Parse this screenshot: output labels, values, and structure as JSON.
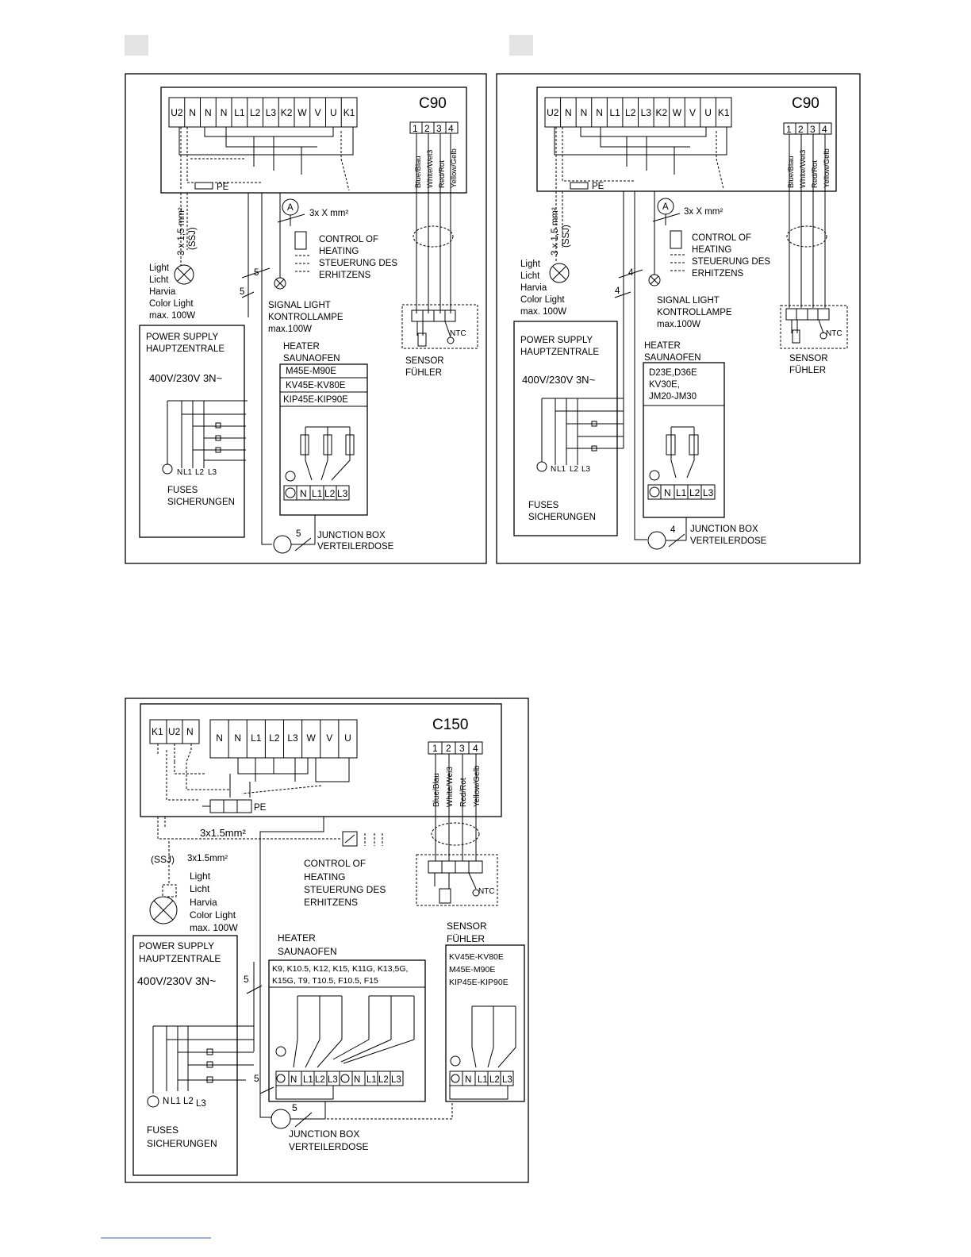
{
  "diagram_1": {
    "controller": "C90",
    "terminals": [
      "U2",
      "N",
      "N",
      "N",
      "L1",
      "L2",
      "L3",
      "K2",
      "W",
      "V",
      "U",
      "K1"
    ],
    "sensor_terminals": [
      "1",
      "2",
      "3",
      "4"
    ],
    "wire_colors": [
      "Blue/Blau",
      "White/Wei3",
      "Red/Rot",
      "Yellow/Gelb"
    ],
    "pe": "PE",
    "cable_ssj": "3 x 1,5 mm²",
    "ssj": "(SSJ)",
    "ammeter": "A",
    "cable_heat": "3x X mm²",
    "control": [
      "CONTROL OF",
      "HEATING",
      "STEUERUNG DES",
      "ERHITZENS"
    ],
    "light": [
      "Light",
      "Licht",
      "Harvia",
      "Color Light",
      "max. 100W"
    ],
    "signal": [
      "SIGNAL LIGHT",
      "KONTROLLAMPE",
      "max.100W"
    ],
    "power": [
      "POWER SUPPLY",
      "HAUPTZENTRALE"
    ],
    "voltage": "400V/230V 3N~",
    "fuse_terms": [
      "N",
      "L1",
      "L2",
      "L3"
    ],
    "fuses": [
      "FUSES",
      "SICHERUNGEN"
    ],
    "heater": [
      "HEATER",
      "SAUNAOFEN"
    ],
    "models": [
      "M45E-M90E",
      "KV45E-KV80E",
      "KIP45E-KIP90E"
    ],
    "heater_terms": [
      "N",
      "L1",
      "L2",
      "L3"
    ],
    "sensor": [
      "SENSOR",
      "FÜHLER"
    ],
    "ntc": "NTC",
    "junction": [
      "JUNCTION BOX",
      "VERTEILERDOSE"
    ],
    "wire_count": "5"
  },
  "diagram_2": {
    "controller": "C90",
    "terminals": [
      "U2",
      "N",
      "N",
      "N",
      "L1",
      "L2",
      "L3",
      "K2",
      "W",
      "V",
      "U",
      "K1"
    ],
    "sensor_terminals": [
      "1",
      "2",
      "3",
      "4"
    ],
    "wire_colors": [
      "Blue/Blau",
      "White/Wei3",
      "Red/Rot",
      "Yellow/Gelb"
    ],
    "pe": "PE",
    "cable_ssj": "3 x 1,5 mm²",
    "ssj": "(SSJ)",
    "ammeter": "A",
    "cable_heat": "3x X mm²",
    "control": [
      "CONTROL OF",
      "HEATING",
      "STEUERUNG DES",
      "ERHITZENS"
    ],
    "light": [
      "Light",
      "Licht",
      "Harvia",
      "Color Light",
      "max. 100W"
    ],
    "signal": [
      "SIGNAL LIGHT",
      "KONTROLLAMPE",
      "max.100W"
    ],
    "power": [
      "POWER SUPPLY",
      "HAUPTZENTRALE"
    ],
    "voltage": "400V/230V 3N~",
    "fuse_terms": [
      "N",
      "L1",
      "L2",
      "L3"
    ],
    "fuses": [
      "FUSES",
      "SICHERUNGEN"
    ],
    "heater": [
      "HEATER",
      "SAUNAOFEN"
    ],
    "models": [
      "D23E,D36E",
      "KV30E,",
      "JM20-JM30"
    ],
    "heater_terms": [
      "N",
      "L1",
      "L2",
      "L3"
    ],
    "sensor": [
      "SENSOR",
      "FÜHLER"
    ],
    "ntc": "NTC",
    "junction": [
      "JUNCTION BOX",
      "VERTEILERDOSE"
    ],
    "wire_count": "4"
  },
  "diagram_3": {
    "controller": "C150",
    "terminals_left": [
      "K1",
      "U2",
      "N"
    ],
    "terminals_right": [
      "N",
      "N",
      "L1",
      "L2",
      "L3",
      "W",
      "V",
      "U"
    ],
    "sensor_terminals": [
      "1",
      "2",
      "3",
      "4"
    ],
    "wire_colors": [
      "Blue/Blau",
      "White/Wei3",
      "Red/Rot",
      "Yellow/Gelb"
    ],
    "pe": "PE",
    "cable_ctrl": "3x1.5mm²",
    "ssj": "(SSJ)",
    "cable_light": "3x1.5mm²",
    "control": [
      "CONTROL OF",
      "HEATING",
      "STEUERUNG DES",
      "ERHITZENS"
    ],
    "light": [
      "Light",
      "Licht",
      "Harvia",
      "Color Light",
      "max. 100W"
    ],
    "power": [
      "POWER SUPPLY",
      "HAUPTZENTRALE"
    ],
    "voltage": "400V/230V 3N~",
    "fuse_terms": [
      "N",
      "L1",
      "L2",
      "L3"
    ],
    "fuses": [
      "FUSES",
      "SICHERUNGEN"
    ],
    "heater": [
      "HEATER",
      "SAUNAOFEN"
    ],
    "heater_models": [
      "K9, K10.5, K12, K15, K11G, K13,5G,",
      "K15G, T9, T10.5, F10.5, F15"
    ],
    "heater_terms": [
      "N",
      "L1",
      "L2",
      "L3",
      "N",
      "L1",
      "L2",
      "L3"
    ],
    "sensor": [
      "SENSOR",
      "FÜHLER"
    ],
    "sensor_models": [
      "KV45E-KV80E",
      "M45E-M90E",
      "KIP45E-KIP90E"
    ],
    "sensor_heater_terms": [
      "N",
      "L1",
      "L2",
      "L3"
    ],
    "ntc": "NTC",
    "junction": [
      "JUNCTION BOX",
      "VERTEILERDOSE"
    ],
    "wire_count": "5"
  }
}
